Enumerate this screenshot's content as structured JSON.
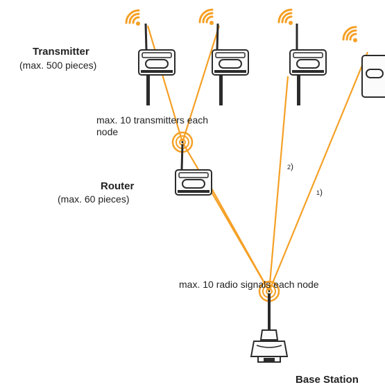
{
  "labels": {
    "transmitter_title": "Transmitter",
    "transmitter_sub": "(max. 500 pieces)",
    "transmitters_per_node_line1": "max. 10 transmitters each",
    "transmitters_per_node_line2": "node",
    "router_title": "Router",
    "router_sub": "(max. 60 pieces)",
    "radio_signals": "max. 10 radio signals each node",
    "base_station": "Base Station",
    "footnote_2_number": "2",
    "footnote_2_paren": ")",
    "footnote_1_number": "1",
    "footnote_1_paren": ")"
  },
  "colors": {
    "signal": "#F5A025",
    "device_dark": "#2b2b2b",
    "device_outline": "#333333"
  },
  "icons": [
    "wifi-icon",
    "transmitter-device-icon",
    "router-device-icon",
    "base-station-icon",
    "radio-node-icon"
  ]
}
